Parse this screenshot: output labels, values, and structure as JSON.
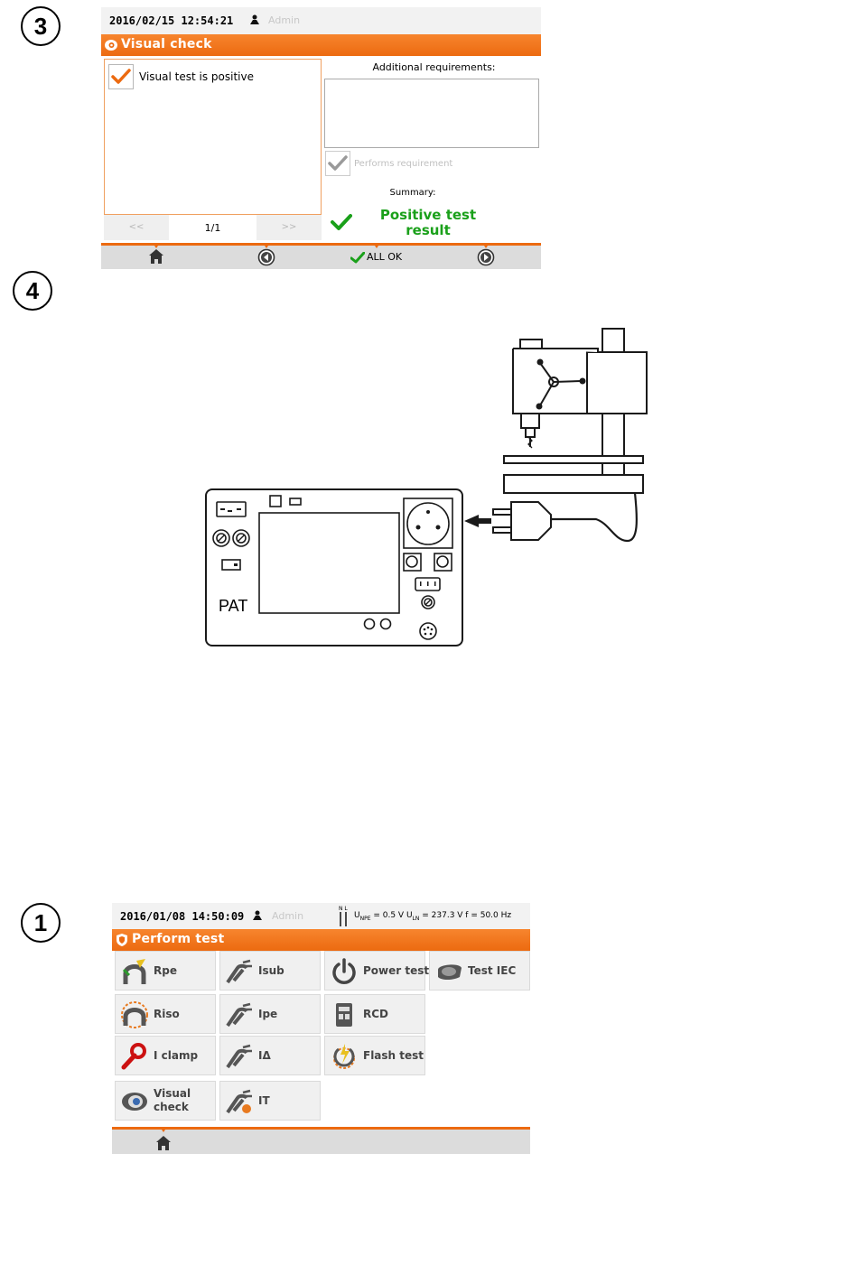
{
  "steps": {
    "s3": "3",
    "s4": "4",
    "s1": "1"
  },
  "visual_check": {
    "datetime": "2016/02/15 12:54:21",
    "user": "Admin",
    "title": "Visual check",
    "item_label": "Visual test is positive",
    "pager_prev": "<<",
    "pager_page": "1/1",
    "pager_next": ">>",
    "additional_requirements_label": "Additional requirements:",
    "performs_requirement_label": "Performs requirement",
    "summary_label": "Summary:",
    "result_line1": "Positive test",
    "result_line2": "result",
    "all_ok_label": "ALL OK"
  },
  "diagram": {
    "device_label": "PAT"
  },
  "perform_test": {
    "datetime": "2016/01/08 14:50:09",
    "user": "Admin",
    "meas_nl": "N L",
    "u_npe": "U",
    "u_npe_sub": "NPE",
    "u_npe_val": " = 0.5 V U",
    "u_ln_sub": "LN",
    "u_ln_val": " = 237.3 V f = 50.0 Hz",
    "title": "Perform test",
    "tiles": {
      "rpe": "Rpe",
      "isub": "Isub",
      "power": "Power test",
      "iec": "Test IEC",
      "riso": "Riso",
      "ipe": "Ipe",
      "rcd": "RCD",
      "iclamp": "I clamp",
      "ia": "IΔ",
      "flash": "Flash test",
      "visual_1": "Visual",
      "visual_2": "check",
      "it": "IT"
    }
  },
  "colors": {
    "accent": "#ec6a10",
    "positive": "#1aa01a"
  }
}
